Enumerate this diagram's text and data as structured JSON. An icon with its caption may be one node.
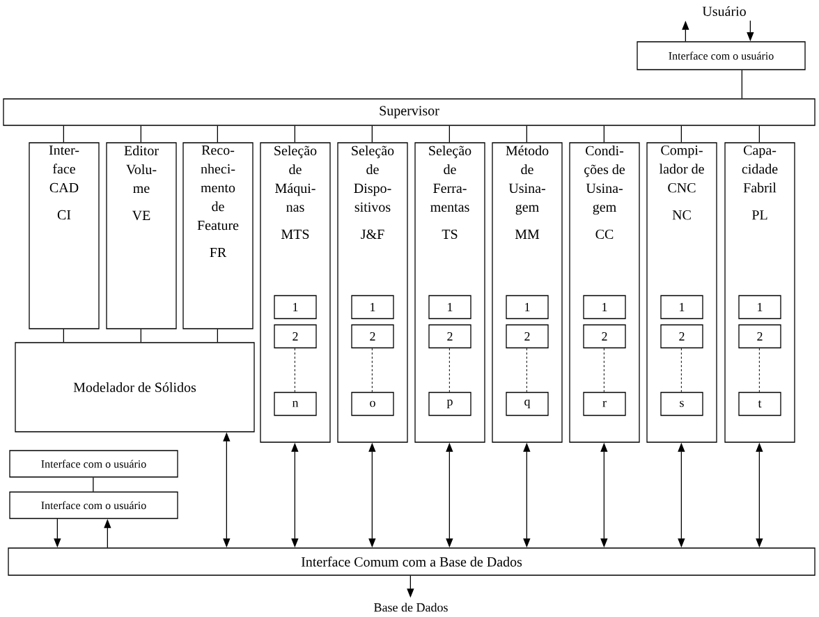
{
  "diagram": {
    "nodes": [
      {
        "text": [
          "Usuário"
        ]
      },
      {
        "text": [
          "Interface com o usuário"
        ]
      },
      {
        "text": [
          "Supervisor"
        ]
      },
      {
        "text": [
          "Inter- face CAD",
          "CI"
        ]
      },
      {
        "text": [
          "Editor Volu- me",
          "VE"
        ]
      },
      {
        "text": [
          "Reco- nheci- mento de Feature",
          "FR"
        ]
      },
      {
        "text": [
          "Seleção de Máqui- nas",
          "MTS"
        ]
      },
      {
        "text": [
          "1"
        ],
        "in": 6
      },
      {
        "text": [
          "2"
        ],
        "in": 6
      },
      {
        "text": [
          "n"
        ],
        "in": 6
      },
      {
        "text": [
          "Seleção de Dispo- sitivos",
          "J&F"
        ]
      },
      {
        "text": [
          "1"
        ],
        "in": 10
      },
      {
        "text": [
          "2"
        ],
        "in": 10
      },
      {
        "text": [
          "o"
        ],
        "in": 10
      },
      {
        "text": [
          "Seleção de Ferra- mentas",
          "TS"
        ]
      },
      {
        "text": [
          "1"
        ],
        "in": 14
      },
      {
        "text": [
          "2"
        ],
        "in": 14
      },
      {
        "text": [
          "p"
        ],
        "in": 14
      },
      {
        "text": [
          "Método de Usina- gem",
          "MM"
        ]
      },
      {
        "text": [
          "1"
        ],
        "in": 18
      },
      {
        "text": [
          "2"
        ],
        "in": 18
      },
      {
        "text": [
          "q"
        ],
        "in": 18
      },
      {
        "text": [
          "Condi- ções de Usina- gem",
          "CC"
        ]
      },
      {
        "text": [
          "1"
        ],
        "in": 22
      },
      {
        "text": [
          "2"
        ],
        "in": 22
      },
      {
        "text": [
          "r"
        ],
        "in": 22
      },
      {
        "text": [
          "Compi- lador de CNC",
          "NC"
        ]
      },
      {
        "text": [
          "1"
        ],
        "in": 26
      },
      {
        "text": [
          "2"
        ],
        "in": 26
      },
      {
        "text": [
          "s"
        ],
        "in": 26
      },
      {
        "text": [
          "Capa- cidade Fabril",
          "PL"
        ]
      },
      {
        "text": [
          "1"
        ],
        "in": 30
      },
      {
        "text": [
          "2"
        ],
        "in": 30
      },
      {
        "text": [
          "t"
        ],
        "in": 30
      },
      {
        "text": [
          "Modelador de Sólidos"
        ]
      },
      {
        "text": [
          "Interface com o usuário"
        ]
      },
      {
        "text": [
          "Interface com o usuário"
        ]
      },
      {
        "text": [
          "Interface Comum com a Base de Dados"
        ]
      },
      {
        "text": [
          "Base de Dados"
        ]
      }
    ],
    "edges": [
      {
        "from": 1,
        "to": 0,
        "arrow": "to"
      },
      {
        "from": 0,
        "to": 1,
        "arrow": "to"
      },
      {
        "from": 1,
        "to": 2,
        "arrow": "none"
      },
      {
        "from": 2,
        "to": 3,
        "arrow": "none"
      },
      {
        "from": 2,
        "to": 4,
        "arrow": "none"
      },
      {
        "from": 2,
        "to": 5,
        "arrow": "none"
      },
      {
        "from": 2,
        "to": 6,
        "arrow": "none"
      },
      {
        "from": 2,
        "to": 10,
        "arrow": "none"
      },
      {
        "from": 2,
        "to": 14,
        "arrow": "none"
      },
      {
        "from": 2,
        "to": 18,
        "arrow": "none"
      },
      {
        "from": 2,
        "to": 22,
        "arrow": "none"
      },
      {
        "from": 2,
        "to": 26,
        "arrow": "none"
      },
      {
        "from": 2,
        "to": 30,
        "arrow": "none"
      },
      {
        "from": 3,
        "to": 34,
        "arrow": "none"
      },
      {
        "from": 4,
        "to": 34,
        "arrow": "none"
      },
      {
        "from": 5,
        "to": 34,
        "arrow": "none"
      },
      {
        "from": 34,
        "to": 37,
        "arrow": "both"
      },
      {
        "from": 6,
        "to": 37,
        "arrow": "both"
      },
      {
        "from": 10,
        "to": 37,
        "arrow": "both"
      },
      {
        "from": 14,
        "to": 37,
        "arrow": "both"
      },
      {
        "from": 18,
        "to": 37,
        "arrow": "both"
      },
      {
        "from": 22,
        "to": 37,
        "arrow": "both"
      },
      {
        "from": 26,
        "to": 37,
        "arrow": "both"
      },
      {
        "from": 30,
        "to": 37,
        "arrow": "both"
      },
      {
        "from": 8,
        "to": 9,
        "arrow": "none",
        "style": "dashed"
      },
      {
        "from": 12,
        "to": 13,
        "arrow": "none",
        "style": "dashed"
      },
      {
        "from": 16,
        "to": 17,
        "arrow": "none",
        "style": "dashed"
      },
      {
        "from": 20,
        "to": 21,
        "arrow": "none",
        "style": "dashed"
      },
      {
        "from": 24,
        "to": 25,
        "arrow": "none",
        "style": "dashed"
      },
      {
        "from": 28,
        "to": 29,
        "arrow": "none",
        "style": "dashed"
      },
      {
        "from": 32,
        "to": 33,
        "arrow": "none",
        "style": "dashed"
      },
      {
        "from": 35,
        "to": 36,
        "arrow": "none"
      },
      {
        "from": 36,
        "to": 37,
        "arrow": "to"
      },
      {
        "from": 37,
        "to": 36,
        "arrow": "to"
      },
      {
        "from": 37,
        "to": 38,
        "arrow": "to"
      }
    ]
  }
}
